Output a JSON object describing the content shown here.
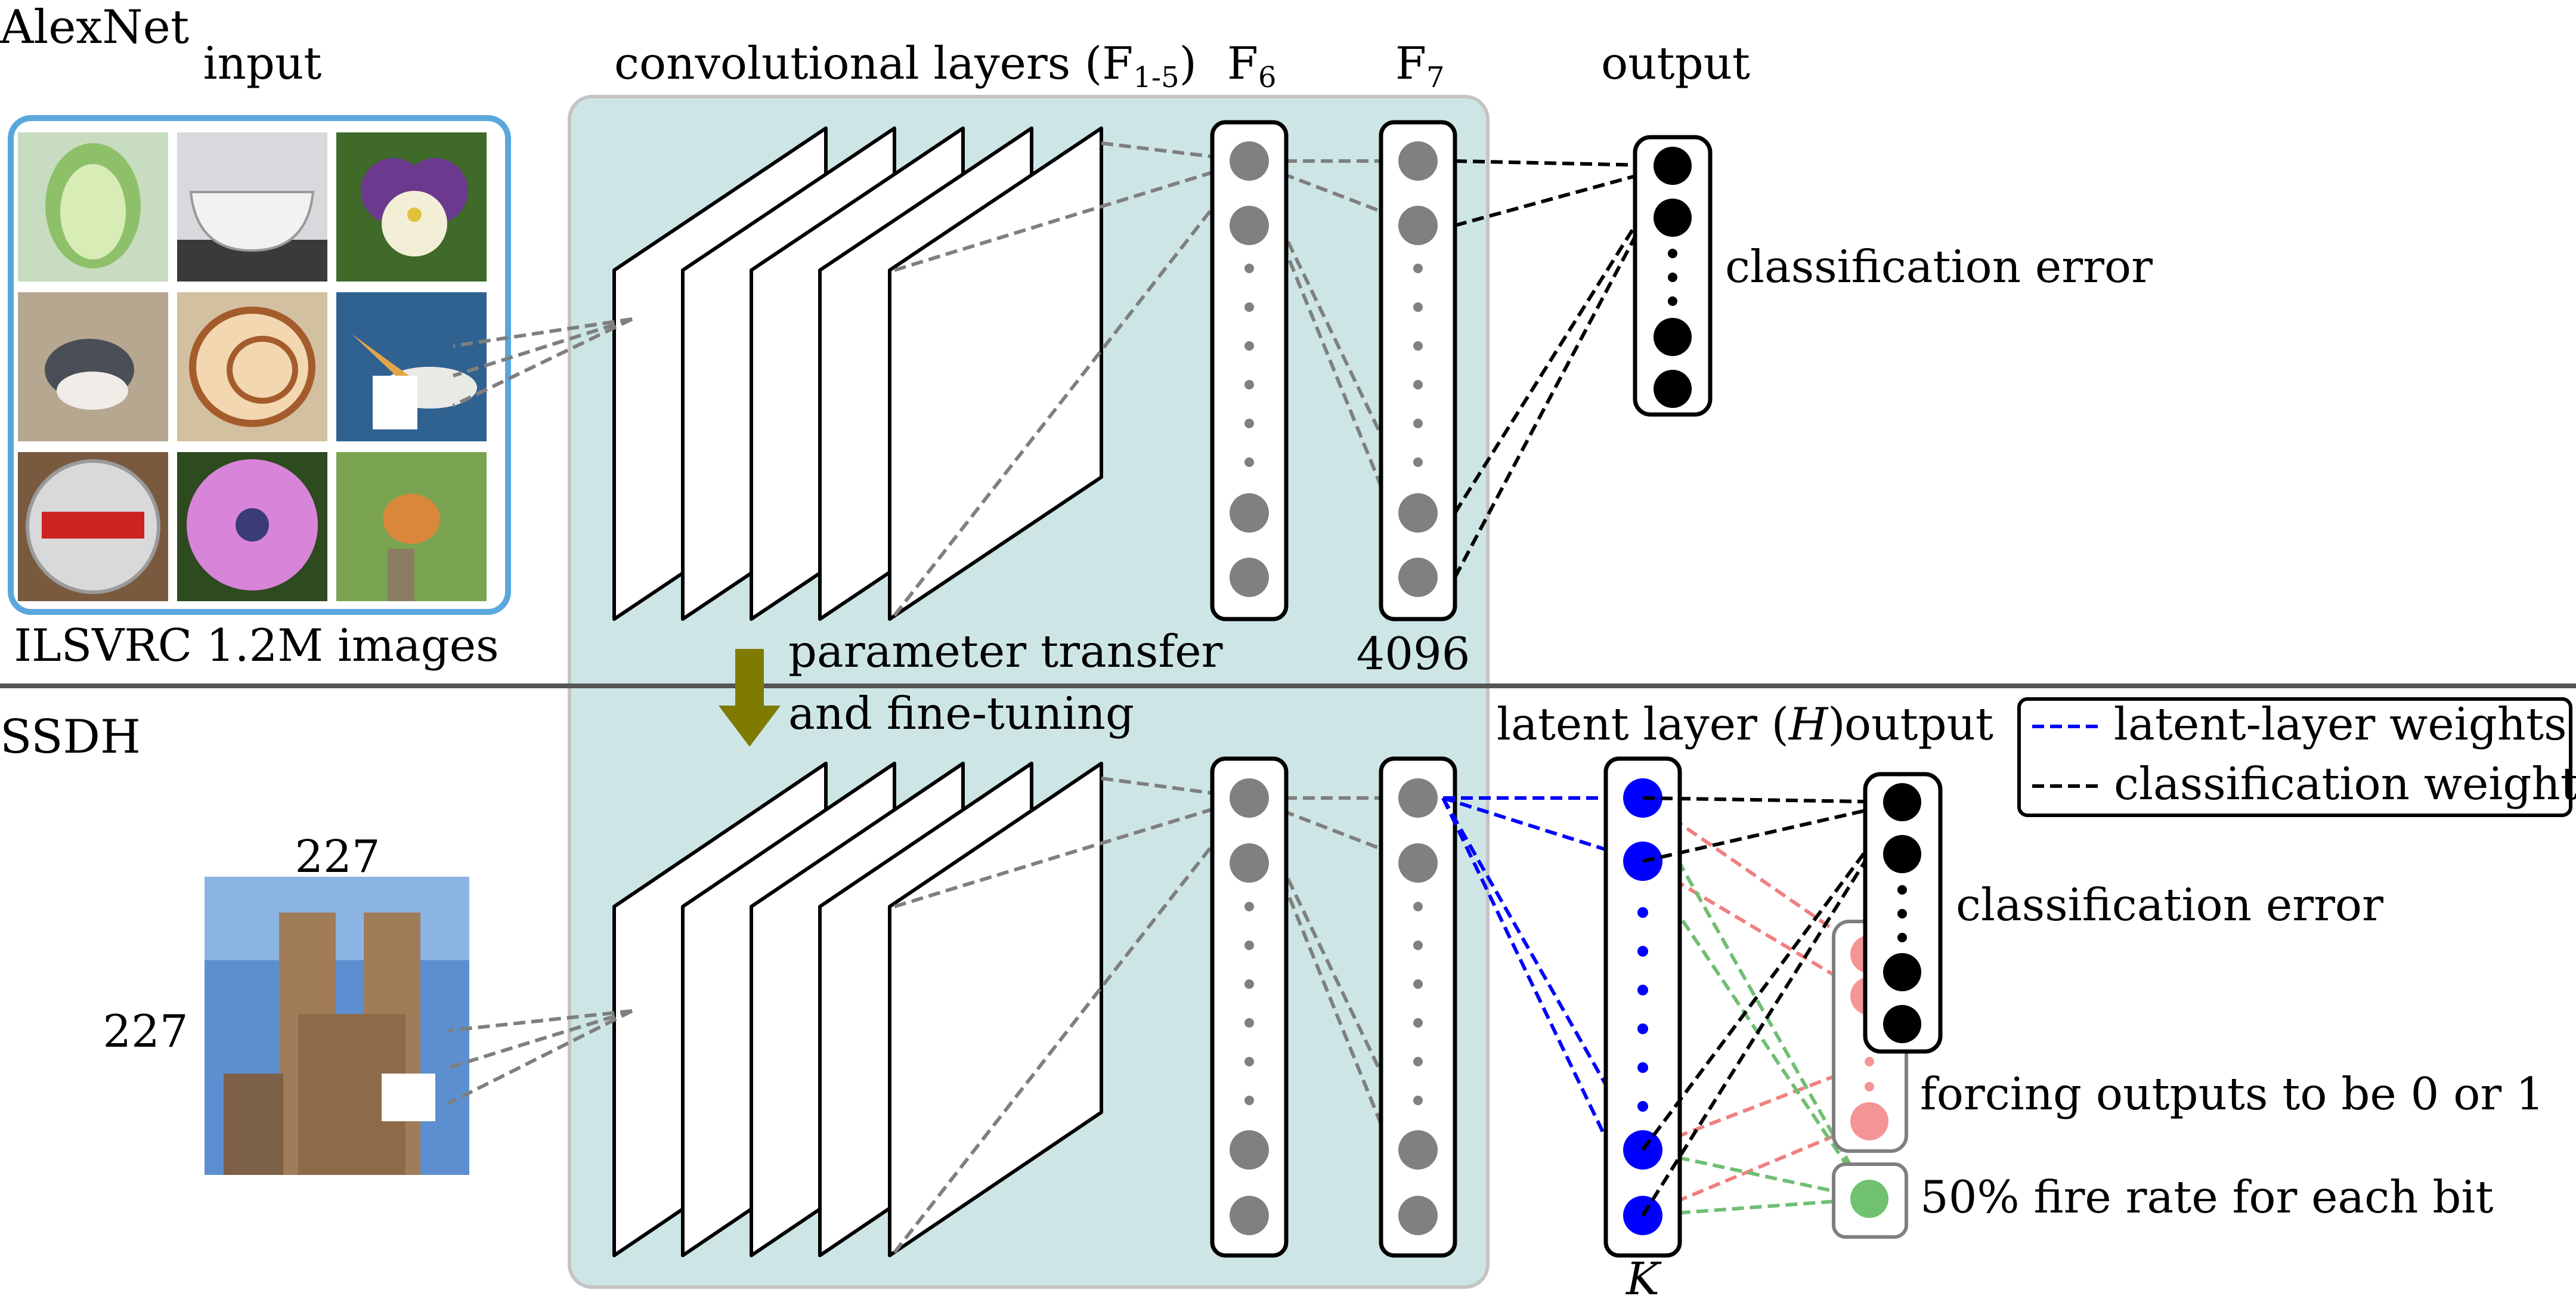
{
  "labels": {
    "alexnet": "AlexNet",
    "input": "input",
    "conv_layers": "convolutional layers (F",
    "conv_sub": "1-5",
    "conv_close": ")",
    "f6": "F",
    "f6_sub": "6",
    "f7": "F",
    "f7_sub": "7",
    "output_top": "output",
    "classification_error_top": "classification error",
    "ilsvrc": "ILSVRC 1.2M images",
    "size_4096": "4096",
    "param_transfer_1": "parameter transfer",
    "param_transfer_2": "and fine-tuning",
    "ssdh": "SSDH",
    "latent_layer": "latent layer (",
    "latent_H": "H",
    "latent_close": ")",
    "output_bottom": "output",
    "legend_latent": "latent-layer weights",
    "legend_class": "classification weights",
    "classification_error_bottom": "classification error",
    "forcing": "forcing outputs to be 0 or 1",
    "fire_rate": "50% fire rate for each bit",
    "size_w": "227",
    "size_h": "227",
    "K": "K"
  },
  "input_thumbnails": [
    "cabbage",
    "bathtub",
    "pansy",
    "junco bird",
    "nautilus shell",
    "pelican",
    "bottle cap",
    "daisy",
    "finch"
  ],
  "query_image": "westminster abbey",
  "colors": {
    "panel_bg": "#cde6e5",
    "input_border": "#5aa7dc",
    "arrow": "#7f7b00",
    "node_gray": "#808080",
    "latent_blue": "#0000ff",
    "red_nodes": "#f49595",
    "green_node": "#70c170"
  }
}
